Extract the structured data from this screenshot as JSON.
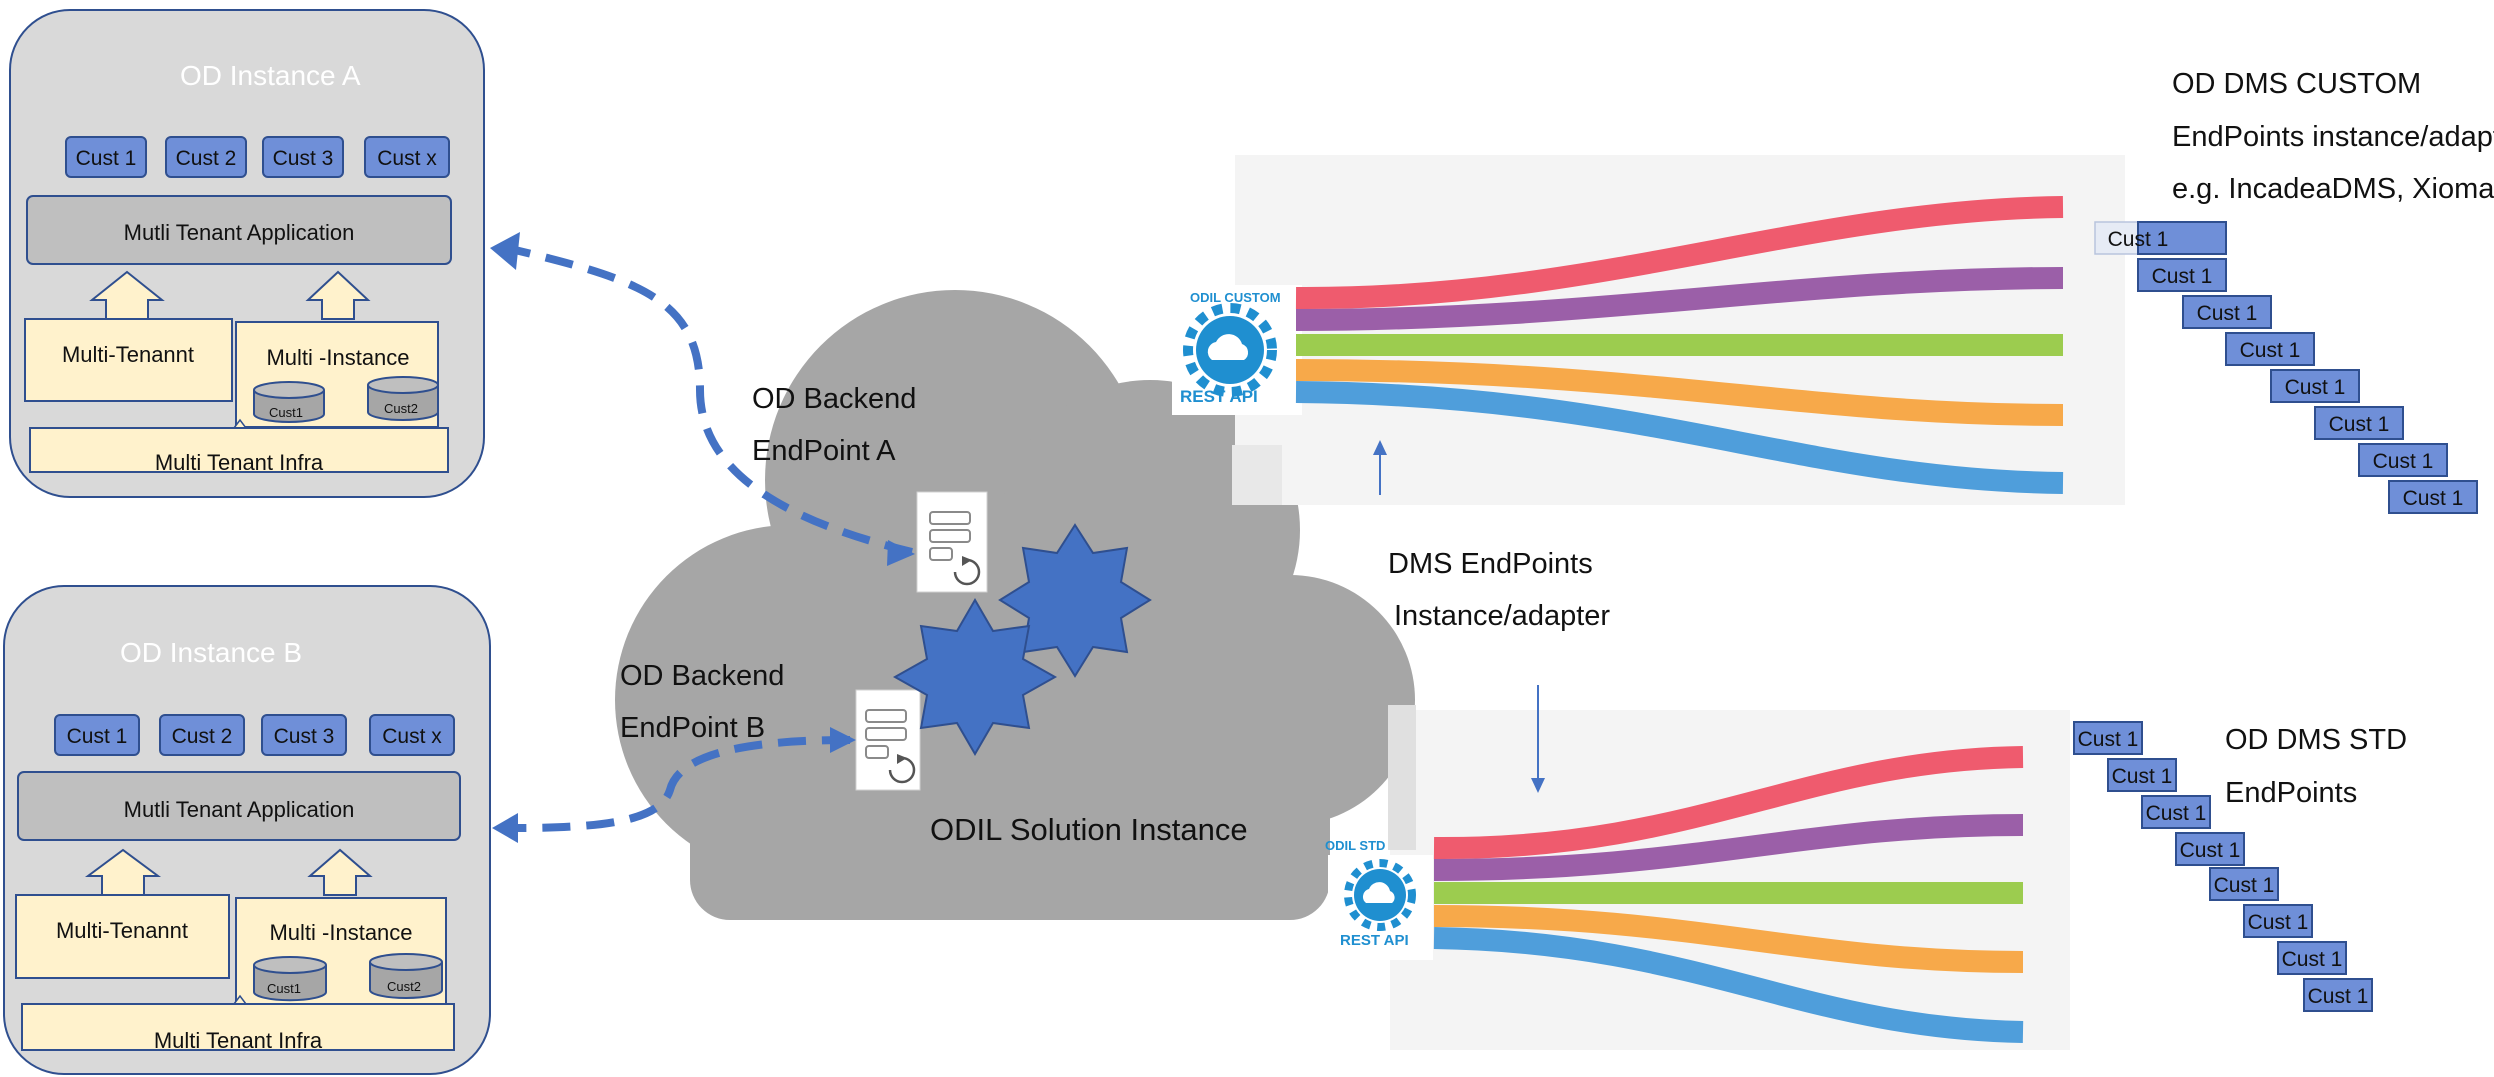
{
  "instance_a": {
    "title": "OD Instance A",
    "customers": [
      "Cust 1",
      "Cust 2",
      "Cust 3",
      "Cust x"
    ],
    "app_label": "Mutli Tenant Application",
    "multi_tenant_label": "Multi-Tenannt",
    "multi_instance_label": "Multi -Instance",
    "db1_label": "Cust1",
    "db2_label": "Cust2",
    "infra_label": "Multi Tenant Infra"
  },
  "instance_b": {
    "title": "OD Instance B",
    "customers": [
      "Cust 1",
      "Cust 2",
      "Cust 3",
      "Cust x"
    ],
    "app_label": "Mutli Tenant Application",
    "multi_tenant_label": "Multi-Tenannt",
    "multi_instance_label": "Multi -Instance",
    "db1_label": "Cust1",
    "db2_label": "Cust2",
    "infra_label": "Multi Tenant Infra"
  },
  "backend_a": {
    "line1": "OD Backend",
    "line2": "EndPoint A"
  },
  "backend_b": {
    "line1": "OD Backend",
    "line2": "EndPoint B"
  },
  "cloud_label": "ODIL Solution Instance",
  "dms_endpoints": {
    "line1": "DMS EndPoints",
    "line2": "Instance/adapter"
  },
  "odil_custom": {
    "caption": "ODIL CUSTOM",
    "api_label": "REST API"
  },
  "odil_std": {
    "caption": "ODIL STD",
    "api_label": "REST API"
  },
  "custom_title": {
    "line1": "OD DMS CUSTOM",
    "line2": "EndPoints instance/adapter ,",
    "line3": "e.g. IncadeaDMS, Xioma, etc"
  },
  "std_title": {
    "line1": "OD DMS STD",
    "line2": "EndPoints"
  },
  "custom_cust_boxes": [
    "Cust 1",
    "Cust 1",
    "Cust 1",
    "Cust 1",
    "Cust 1",
    "Cust 1",
    "Cust 1",
    "Cust 1"
  ],
  "std_cust_boxes": [
    "Cust 1",
    "Cust 1",
    "Cust 1",
    "Cust 1",
    "Cust 1",
    "Cust 1",
    "Cust 1",
    "Cust 1"
  ],
  "colors": {
    "panel_bg": "#d9d9d9",
    "panel_border": "#2f4f8f",
    "cust_fill": "#6f8fd8",
    "cream": "#fff2cc",
    "cloud": "#a6a6a6",
    "star": "#4472c4",
    "dash": "#4472c4",
    "stream_red": "#ef5b6e",
    "stream_purple": "#9b5fa8",
    "stream_green": "#9ccc4f",
    "stream_orange": "#f7a94a",
    "stream_blue": "#4f9edb"
  }
}
